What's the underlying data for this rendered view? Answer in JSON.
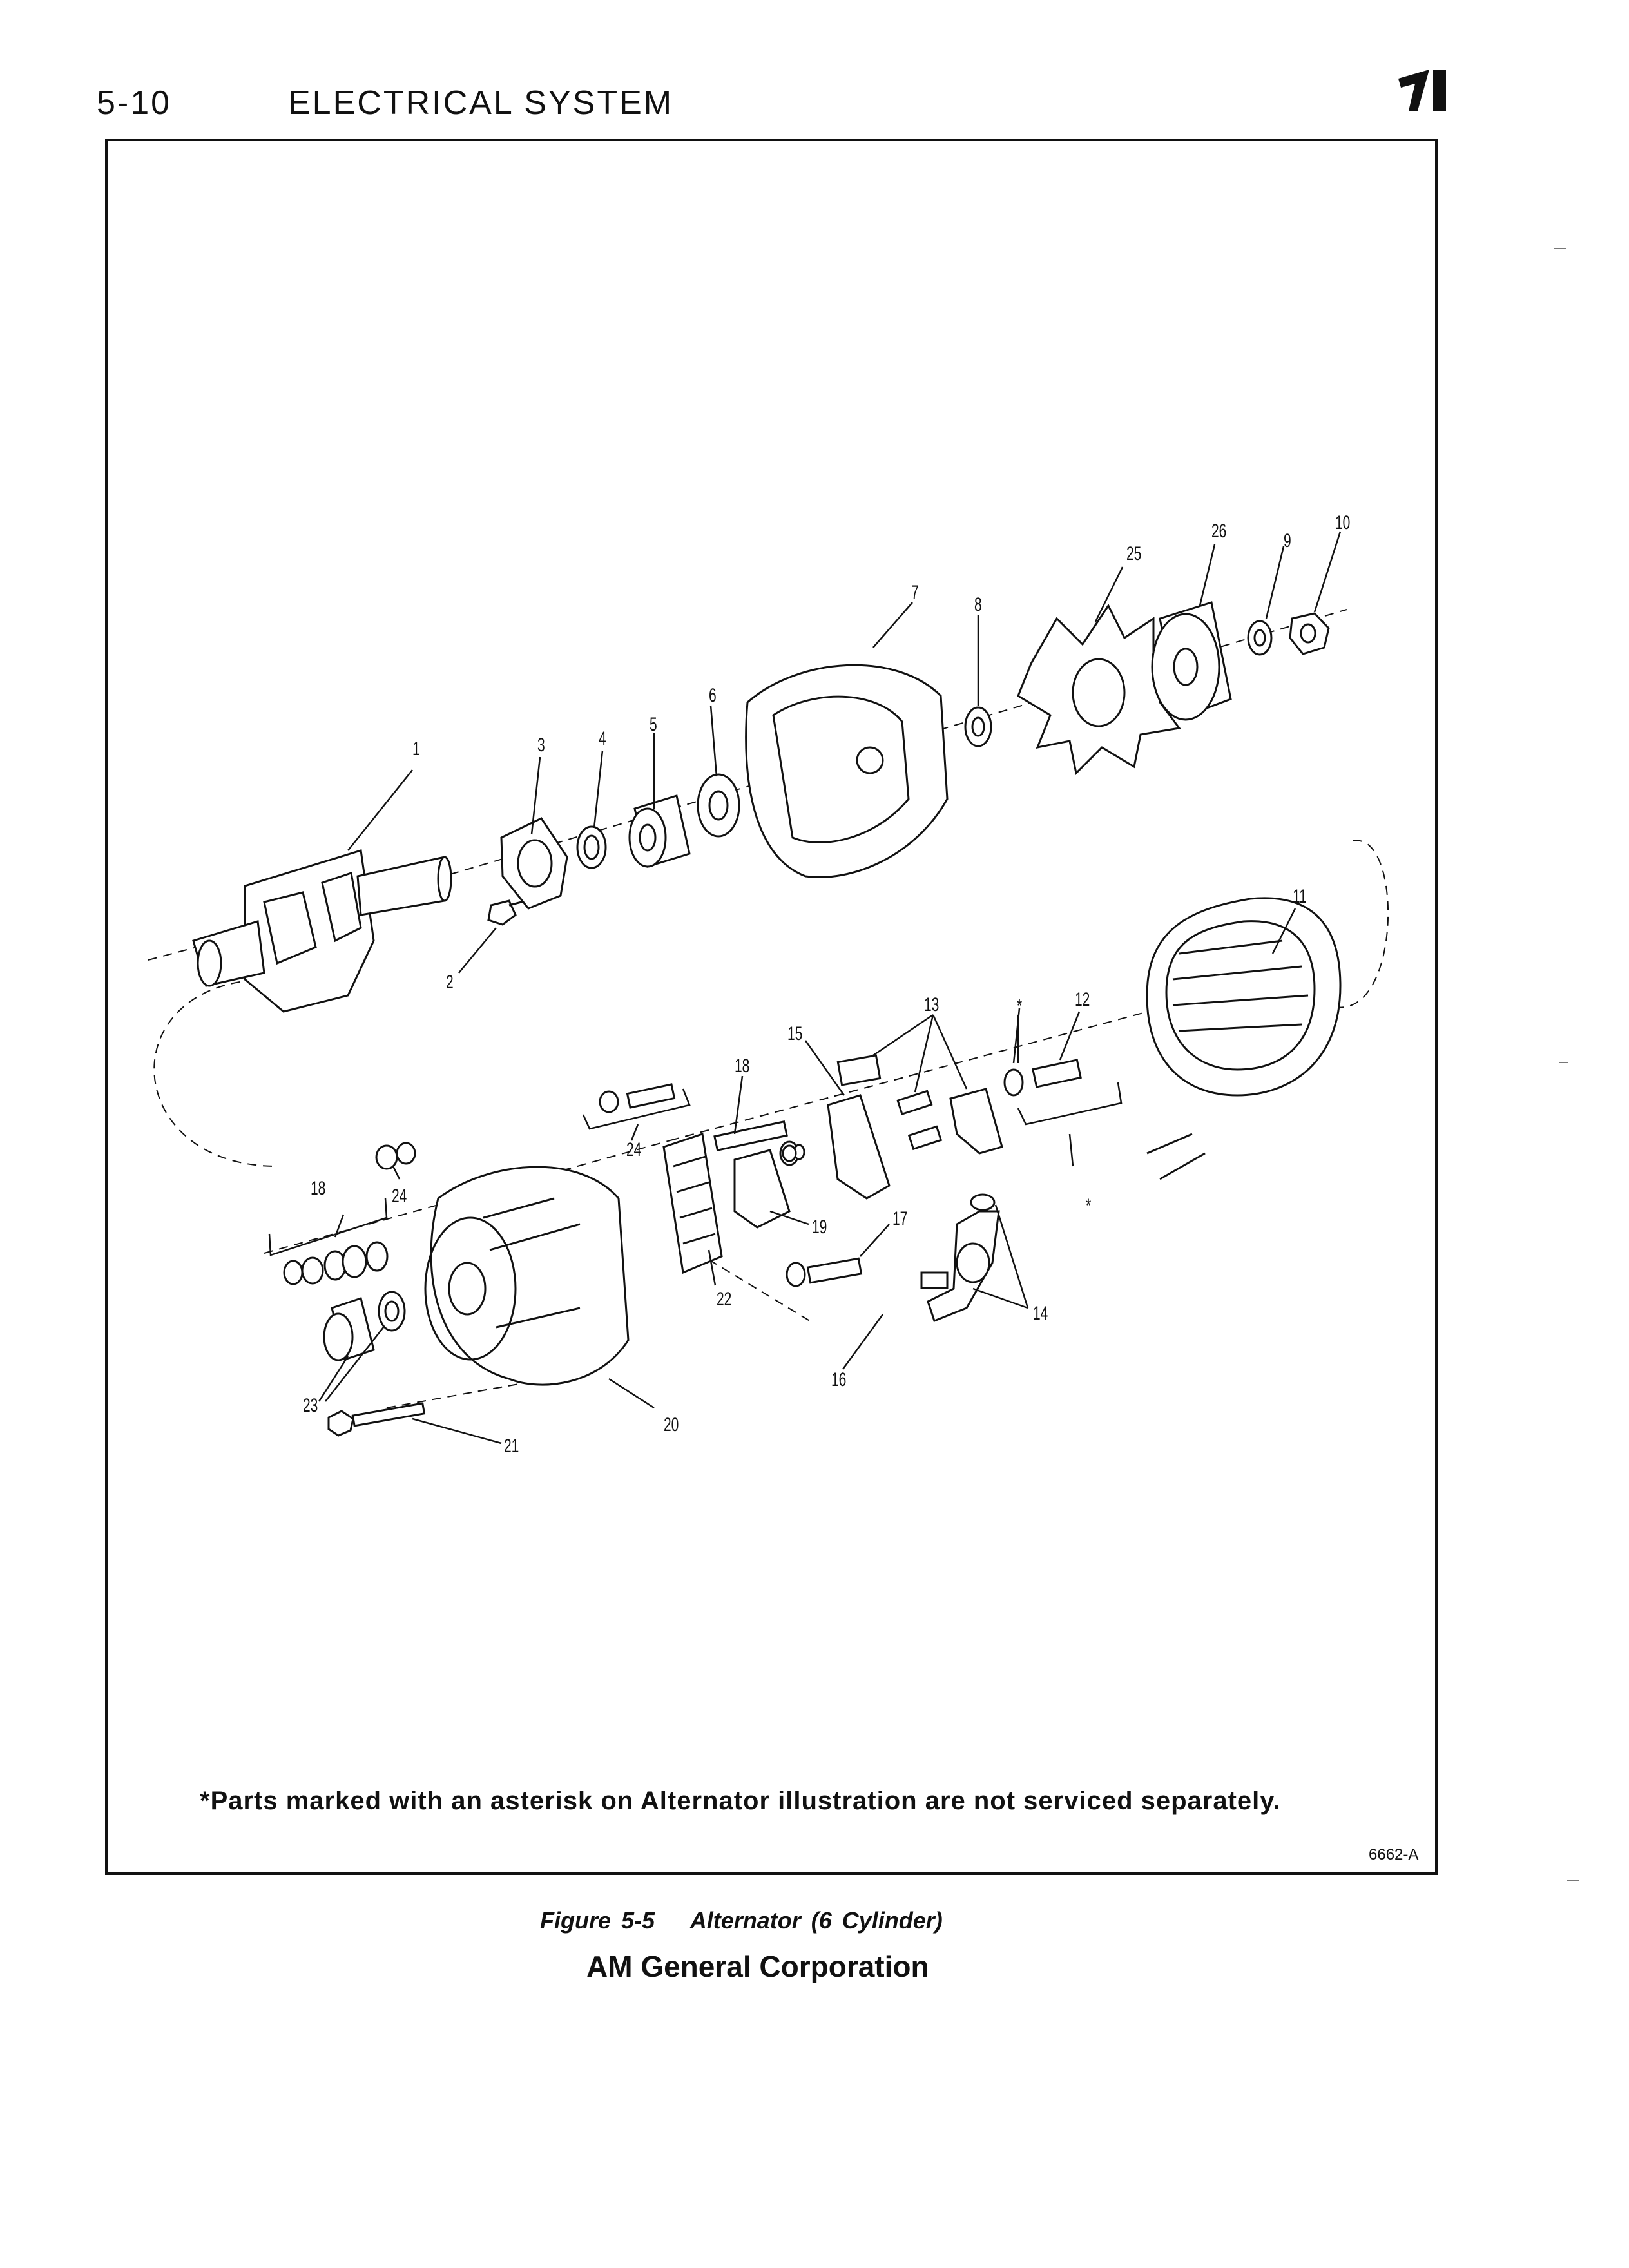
{
  "header": {
    "page_number": "5-10",
    "section_title": "ELECTRICAL SYSTEM",
    "logo_icon": "amc-logo-icon"
  },
  "figure": {
    "footnote": "*Parts marked with an asterisk on Alternator illustration are not serviced separately.",
    "drawing_number": "6662-A",
    "caption_label": "Figure 5-5",
    "caption_title": "Alternator (6 Cylinder)",
    "callouts": {
      "c1": "1",
      "c2": "2",
      "c3": "3",
      "c4": "4",
      "c5": "5",
      "c6": "6",
      "c7": "7",
      "c8": "8",
      "c9": "9",
      "c10": "10",
      "c11": "11",
      "c12": "12",
      "c13": "13",
      "c14": "14",
      "c15": "15",
      "c16": "16",
      "c17": "17",
      "c18a": "18",
      "c18b": "18",
      "c19": "19",
      "c20": "20",
      "c21": "21",
      "c22": "22",
      "c23": "23",
      "c24a": "24",
      "c24b": "24",
      "c25": "25",
      "c26": "26",
      "star1": "*",
      "star2": "*"
    }
  },
  "publisher": "AM General Corporation"
}
